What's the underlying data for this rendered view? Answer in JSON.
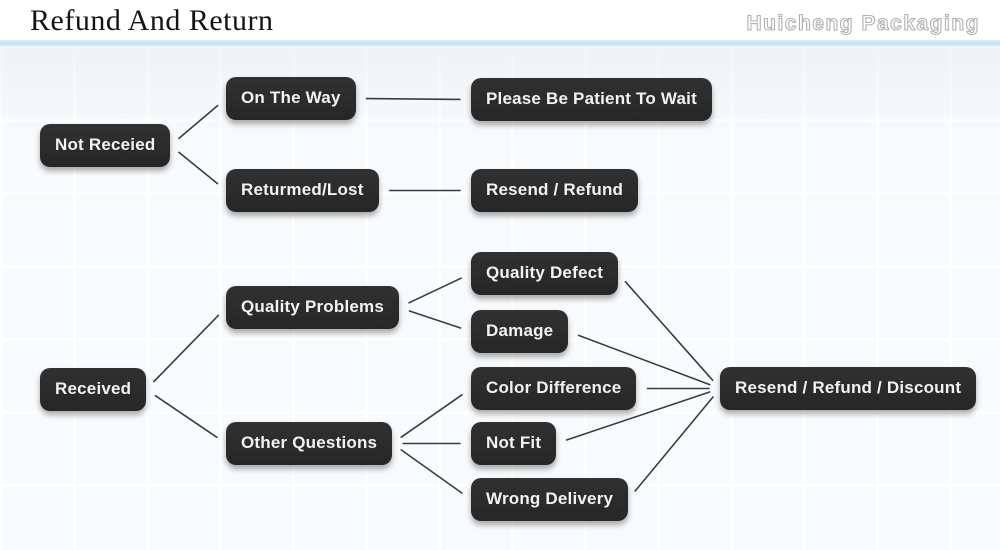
{
  "header": {
    "title": "Refund And Return",
    "brand": "Huicheng Packaging"
  },
  "flowchart": {
    "nodes": [
      {
        "id": "not-received",
        "label": "Not Receied"
      },
      {
        "id": "on-the-way",
        "label": "On The Way"
      },
      {
        "id": "returned-lost",
        "label": "Returmed/Lost"
      },
      {
        "id": "please-wait",
        "label": "Please Be Patient To Wait"
      },
      {
        "id": "resend-refund",
        "label": "Resend / Refund"
      },
      {
        "id": "received",
        "label": "Received"
      },
      {
        "id": "quality-problems",
        "label": "Quality Problems"
      },
      {
        "id": "quality-defect",
        "label": "Quality Defect"
      },
      {
        "id": "damage",
        "label": "Damage"
      },
      {
        "id": "other-questions",
        "label": "Other Questions"
      },
      {
        "id": "color-difference",
        "label": "Color Difference"
      },
      {
        "id": "not-fit",
        "label": "Not Fit"
      },
      {
        "id": "wrong-delivery",
        "label": "Wrong Delivery"
      },
      {
        "id": "resend-refund-discount",
        "label": "Resend / Refund / Discount"
      }
    ],
    "edges": [
      {
        "from": "not-received",
        "to": "on-the-way"
      },
      {
        "from": "not-received",
        "to": "returned-lost"
      },
      {
        "from": "on-the-way",
        "to": "please-wait"
      },
      {
        "from": "returned-lost",
        "to": "resend-refund"
      },
      {
        "from": "received",
        "to": "quality-problems"
      },
      {
        "from": "received",
        "to": "other-questions"
      },
      {
        "from": "quality-problems",
        "to": "quality-defect"
      },
      {
        "from": "quality-problems",
        "to": "damage"
      },
      {
        "from": "other-questions",
        "to": "color-difference"
      },
      {
        "from": "other-questions",
        "to": "not-fit"
      },
      {
        "from": "other-questions",
        "to": "wrong-delivery"
      },
      {
        "from": "quality-defect",
        "to": "resend-refund-discount"
      },
      {
        "from": "damage",
        "to": "resend-refund-discount"
      },
      {
        "from": "color-difference",
        "to": "resend-refund-discount"
      },
      {
        "from": "not-fit",
        "to": "resend-refund-discount"
      },
      {
        "from": "wrong-delivery",
        "to": "resend-refund-discount"
      }
    ]
  },
  "colors": {
    "node_background": "#2a2a2a",
    "node_text": "#f2f2f2",
    "connector_line": "#3c3c3c",
    "divider_blue": "#c2e4f5",
    "brand_outline": "#b0b0b0"
  }
}
